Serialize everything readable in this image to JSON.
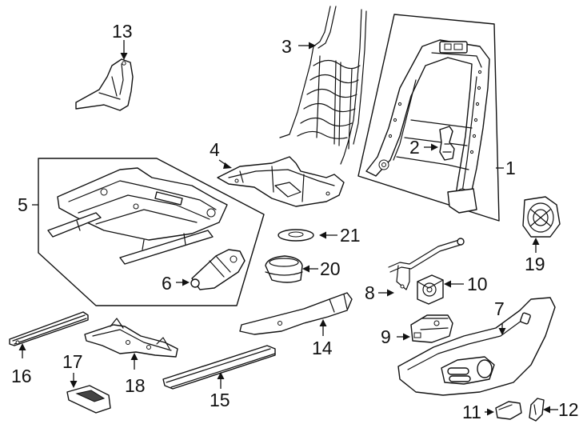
{
  "callouts": {
    "p1": "1",
    "p2": "2",
    "p3": "3",
    "p4": "4",
    "p5": "5",
    "p6": "6",
    "p7": "7",
    "p8": "8",
    "p9": "9",
    "p10": "10",
    "p11": "11",
    "p12": "12",
    "p13": "13",
    "p14": "14",
    "p15": "15",
    "p16": "16",
    "p17": "17",
    "p18": "18",
    "p19": "19",
    "p20": "20",
    "p21": "21"
  },
  "colors": {
    "line": "#111111",
    "background": "#ffffff"
  }
}
